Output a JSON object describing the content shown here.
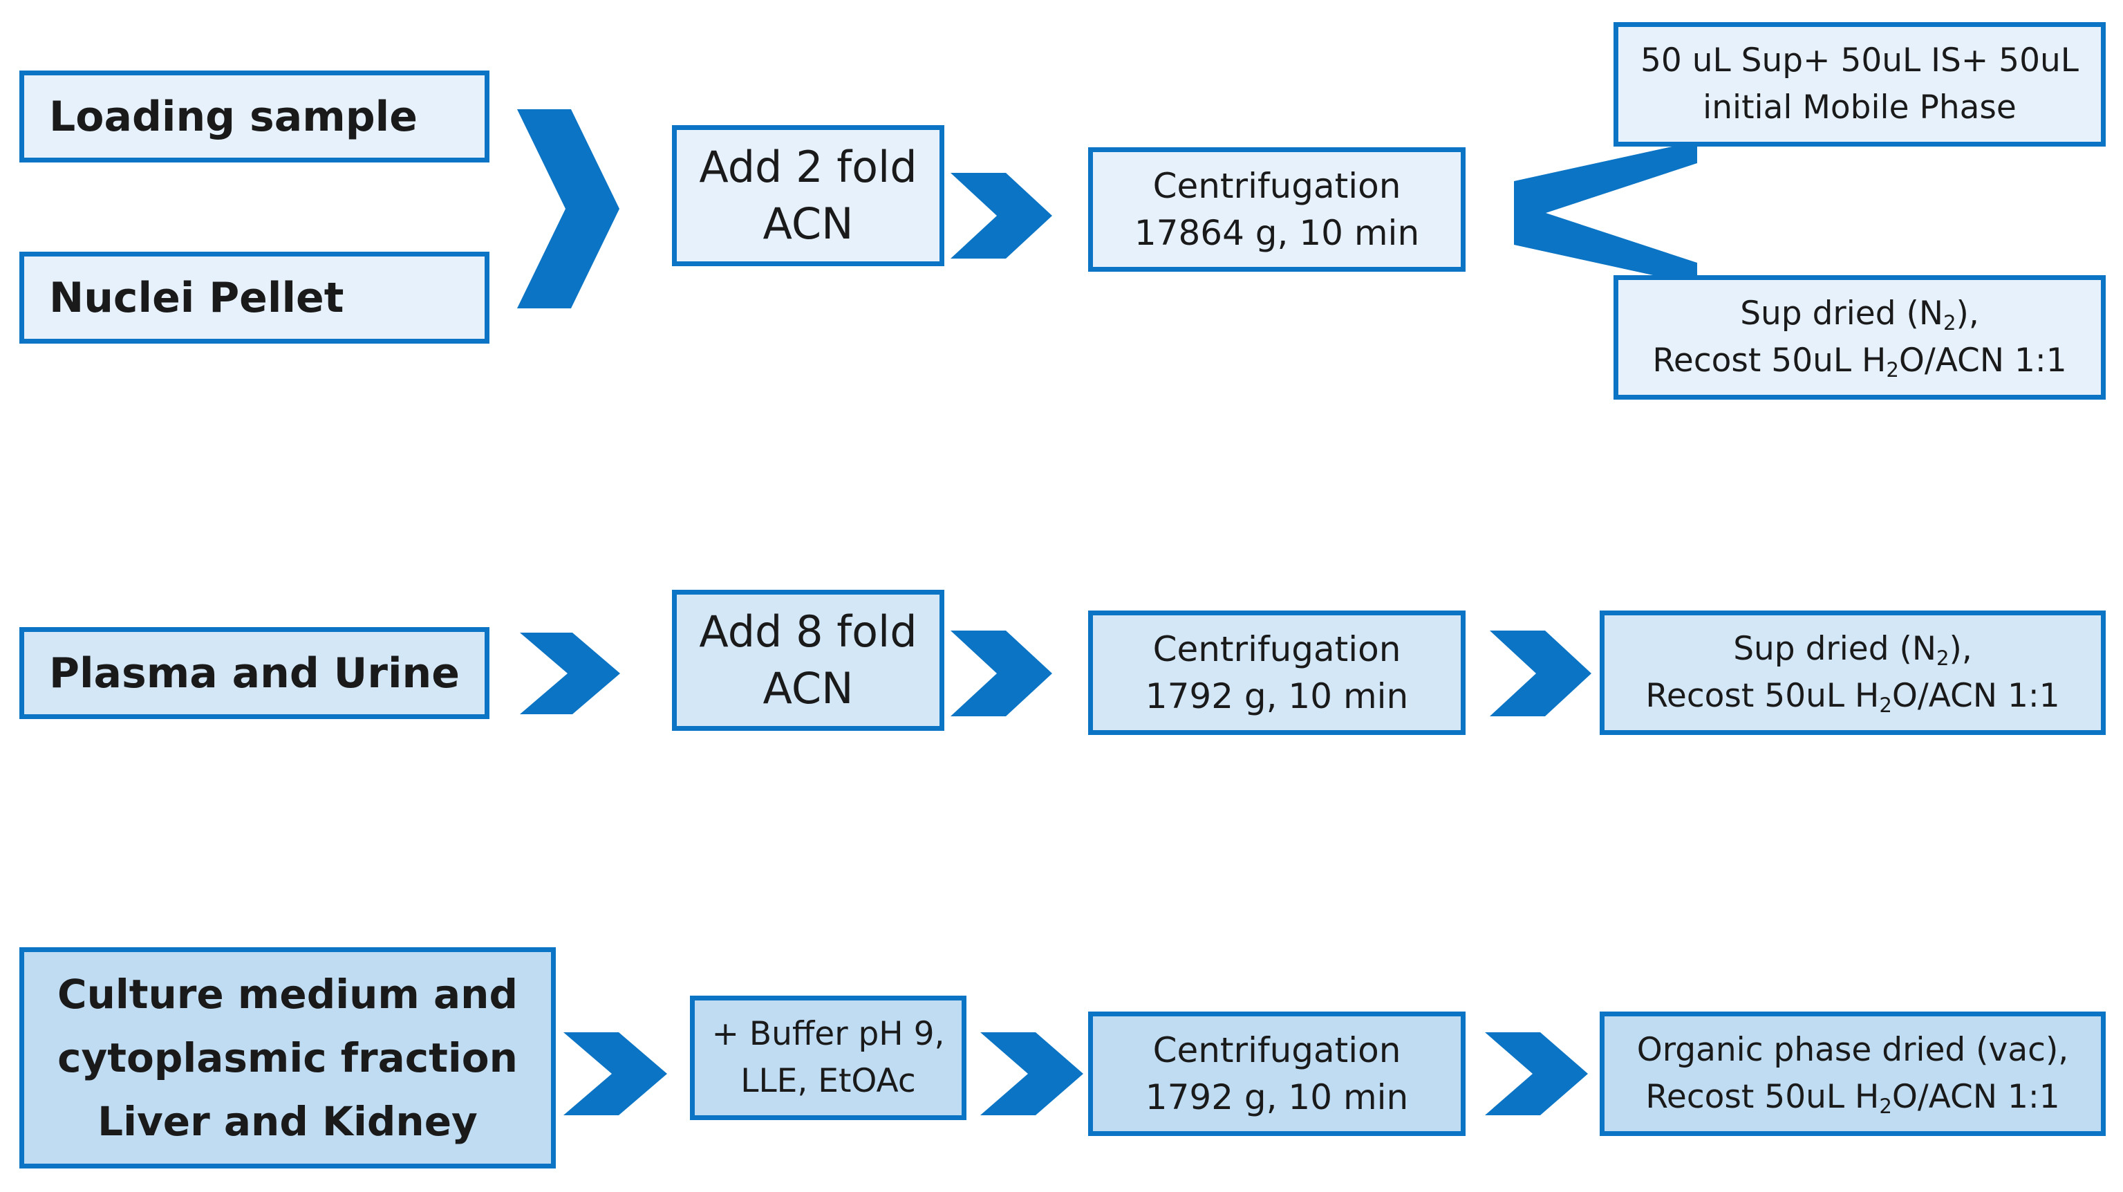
{
  "colors": {
    "border": "#0b74c4",
    "arrow": "#0b74c4",
    "fill_light": "#e6f1fb",
    "fill_mid": "#d3e7f7",
    "fill_dark": "#bfdcf2"
  },
  "row1": {
    "source_a": "Loading sample",
    "source_b": "Nuclei Pellet",
    "step1": {
      "line1": "Add 2 fold",
      "line2": "ACN"
    },
    "step2": {
      "line1": "Centrifugation",
      "line2": "17864 g, 10 min"
    },
    "out_top": {
      "line1": "50 uL Sup+ 50uL IS+ 50uL",
      "line2": "initial Mobile Phase"
    },
    "out_bottom": {
      "line1_pre": "Sup dried (N",
      "line1_sub": "2",
      "line1_post": "),",
      "line2_pre": "Recost 50uL H",
      "line2_sub": "2",
      "line2_post": "O/ACN 1:1"
    }
  },
  "row2": {
    "source": "Plasma and Urine",
    "step1": {
      "line1": "Add 8 fold",
      "line2": "ACN"
    },
    "step2": {
      "line1": "Centrifugation",
      "line2": "1792 g, 10 min"
    },
    "out": {
      "line1_pre": "Sup dried (N",
      "line1_sub": "2",
      "line1_post": "),",
      "line2_pre": "Recost 50uL H",
      "line2_sub": "2",
      "line2_post": "O/ACN 1:1"
    }
  },
  "row3": {
    "source": {
      "line1": "Culture medium and",
      "line2": "cytoplasmic fraction",
      "line3": "Liver and Kidney"
    },
    "step1": {
      "line1": "+ Buffer pH 9,",
      "line2": "LLE, EtOAc"
    },
    "step2": {
      "line1": "Centrifugation",
      "line2": "1792 g, 10 min"
    },
    "out": {
      "line1": "Organic phase dried (vac),",
      "line2_pre": "Recost 50uL H",
      "line2_sub": "2",
      "line2_post": "O/ACN 1:1"
    }
  }
}
